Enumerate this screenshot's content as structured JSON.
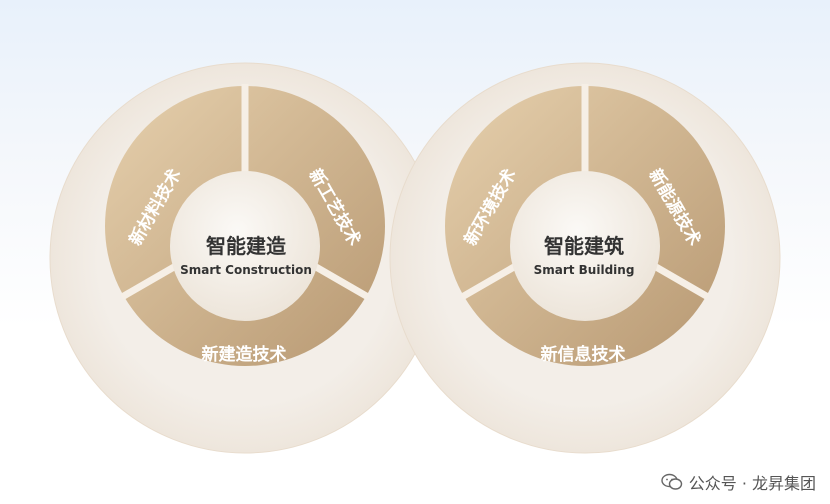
{
  "diagrams": [
    {
      "center_title": "智能建造",
      "center_subtitle": "Smart Construction",
      "segments": [
        "新材料技术",
        "新工艺技术",
        "新建造技术"
      ]
    },
    {
      "center_title": "智能建筑",
      "center_subtitle": "Smart Building",
      "segments": [
        "新环境技术",
        "新能源技术",
        "新信息技术"
      ]
    }
  ],
  "watermark": {
    "text": "公众号 · 龙昇集团",
    "icon": "wechat-icon"
  },
  "colors": {
    "segment_light": "#e5cfac",
    "segment_dark": "#b99b73",
    "center": "#f7f3ee",
    "halo": "#f1ece6"
  }
}
